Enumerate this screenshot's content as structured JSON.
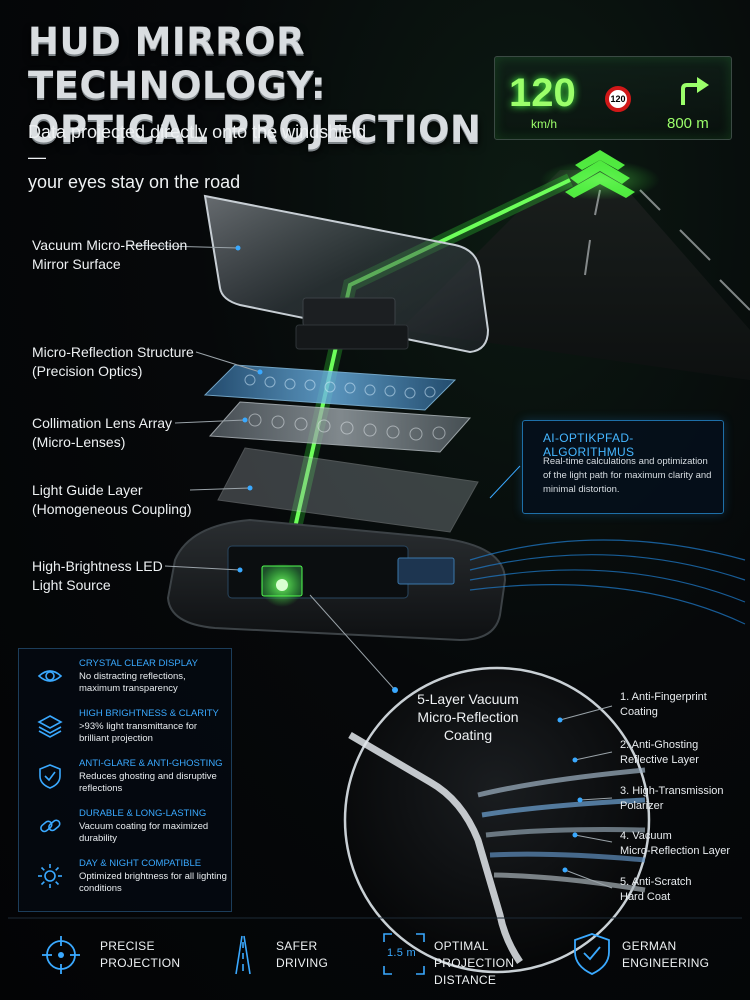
{
  "header": {
    "title_line1": "HUD MIRROR TECHNOLOGY:",
    "title_line2": "OPTICAL PROJECTION",
    "subtitle_line1": "Data projected directly onto the windshield —",
    "subtitle_line2": "your eyes stay on the road"
  },
  "hud": {
    "speed": "120",
    "speed_unit": "km/h",
    "speed_limit": "120",
    "distance": "800 m",
    "accent_color": "#9bff6a"
  },
  "components": [
    {
      "line1": "Vacuum Micro-Reflection",
      "line2": "Mirror Surface"
    },
    {
      "line1": "Micro-Reflection Structure",
      "line2": "(Precision Optics)"
    },
    {
      "line1": "Collimation Lens Array",
      "line2": "(Micro-Lenses)"
    },
    {
      "line1": "Light Guide Layer",
      "line2": "(Homogeneous Coupling)"
    },
    {
      "line1": "High-Brightness LED",
      "line2": "Light Source"
    }
  ],
  "ai_box": {
    "title": "AI-OPTIKPFAD-ALGORITHMUS",
    "text": "Real-time calculations and optimization of the light path for maximum clarity and minimal distortion."
  },
  "features": [
    {
      "icon": "eye-icon",
      "title": "CRYSTAL CLEAR DISPLAY",
      "desc": "No distracting reflections, maximum transparency"
    },
    {
      "icon": "layers-icon",
      "title": "HIGH BRIGHTNESS & CLARITY",
      "desc": ">93% light transmittance for brilliant projection"
    },
    {
      "icon": "shield-check-icon",
      "title": "ANTI-GLARE & ANTI-GHOSTING",
      "desc": "Reduces ghosting and disruptive reflections"
    },
    {
      "icon": "link-icon",
      "title": "DURABLE & LONG-LASTING",
      "desc": "Vacuum coating for maximized durability"
    },
    {
      "icon": "sun-icon",
      "title": "DAY & NIGHT COMPATIBLE",
      "desc": "Optimized brightness for all lighting conditions"
    }
  ],
  "coating": {
    "title_line1": "5-Layer Vacuum",
    "title_line2": "Micro-Reflection",
    "title_line3": "Coating",
    "layers": [
      {
        "line1": "1. Anti-Fingerprint",
        "line2": "Coating"
      },
      {
        "line1": "2. Anti-Ghosting",
        "line2": "Reflective Layer"
      },
      {
        "line1": "3. High-Transmission",
        "line2": "Polarizer"
      },
      {
        "line1": "4. Vacuum",
        "line2": "Micro-Reflection Layer"
      },
      {
        "line1": "5. Anti-Scratch",
        "line2": "Hard Coat"
      }
    ]
  },
  "bottom": [
    {
      "icon": "crosshair-icon",
      "line1": "PRECISE",
      "line2": "PROJECTION"
    },
    {
      "icon": "road-icon",
      "line1": "SAFER",
      "line2": "DRIVING"
    },
    {
      "icon": "distance-icon",
      "badge": "1.5 m",
      "line1": "OPTIMAL",
      "line2": "PROJECTION DISTANCE"
    },
    {
      "icon": "shield-check-icon",
      "line1": "GERMAN",
      "line2": "ENGINEERING"
    }
  ],
  "colors": {
    "beam_green": "#39ff3c",
    "accent_blue": "#3aa9ff",
    "panel_border": "#1c3d5a"
  }
}
